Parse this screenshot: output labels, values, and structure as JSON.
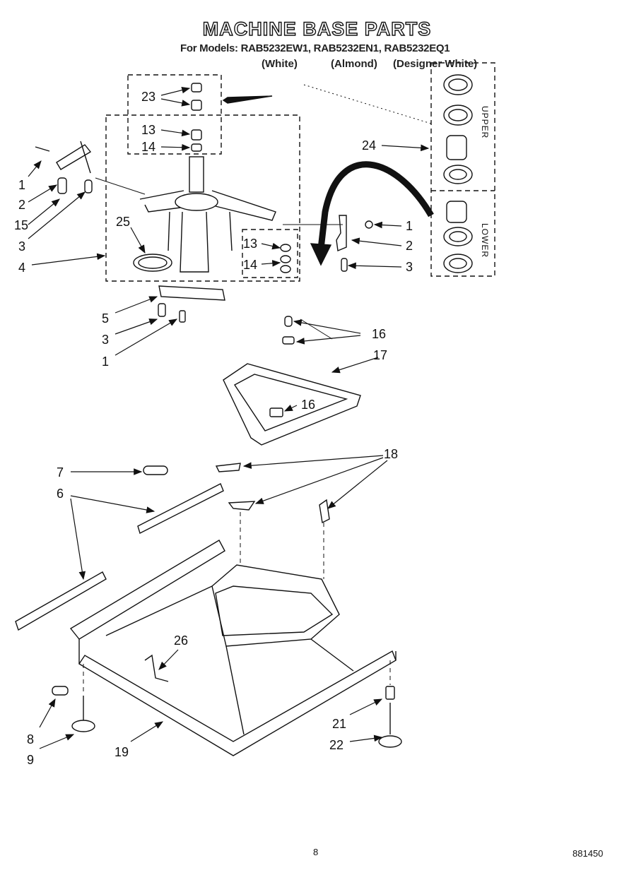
{
  "header": {
    "title": "MACHINE BASE PARTS",
    "models_line": "For Models: RAB5232EW1, RAB5232EN1, RAB5232EQ1",
    "finishes": [
      "(White)",
      "(Almond)",
      "(Designer White)"
    ]
  },
  "kit_labels": {
    "upper": "UPPER",
    "lower": "LOWER"
  },
  "callouts": [
    {
      "id": "c-23",
      "text": "23"
    },
    {
      "id": "c-13a",
      "text": "13"
    },
    {
      "id": "c-14a",
      "text": "14"
    },
    {
      "id": "c-24",
      "text": "24"
    },
    {
      "id": "c-1a",
      "text": "1"
    },
    {
      "id": "c-2a",
      "text": "2"
    },
    {
      "id": "c-15",
      "text": "15"
    },
    {
      "id": "c-3a",
      "text": "3"
    },
    {
      "id": "c-4",
      "text": "4"
    },
    {
      "id": "c-25",
      "text": "25"
    },
    {
      "id": "c-13b",
      "text": "13"
    },
    {
      "id": "c-14b",
      "text": "14"
    },
    {
      "id": "c-1b",
      "text": "1"
    },
    {
      "id": "c-2b",
      "text": "2"
    },
    {
      "id": "c-3b",
      "text": "3"
    },
    {
      "id": "c-5",
      "text": "5"
    },
    {
      "id": "c-3c",
      "text": "3"
    },
    {
      "id": "c-1c",
      "text": "1"
    },
    {
      "id": "c-16a",
      "text": "16"
    },
    {
      "id": "c-17",
      "text": "17"
    },
    {
      "id": "c-16b",
      "text": "16"
    },
    {
      "id": "c-18",
      "text": "18"
    },
    {
      "id": "c-7",
      "text": "7"
    },
    {
      "id": "c-6",
      "text": "6"
    },
    {
      "id": "c-26",
      "text": "26"
    },
    {
      "id": "c-21",
      "text": "21"
    },
    {
      "id": "c-22",
      "text": "22"
    },
    {
      "id": "c-8",
      "text": "8"
    },
    {
      "id": "c-9",
      "text": "9"
    },
    {
      "id": "c-19",
      "text": "19"
    }
  ],
  "footer": {
    "page_number": "8",
    "doc_number": "881450"
  }
}
